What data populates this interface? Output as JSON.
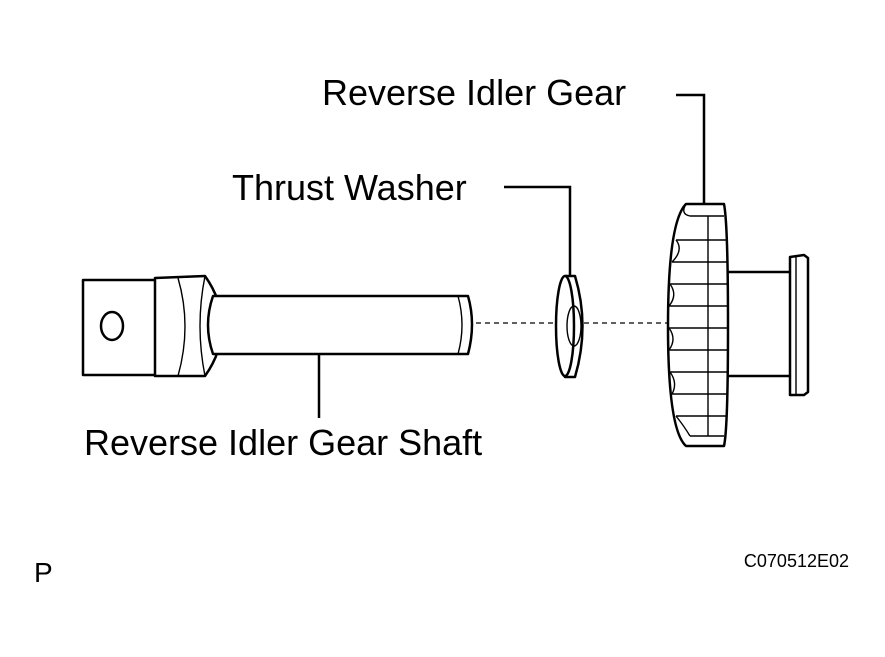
{
  "labels": {
    "reverse_idler_gear": "Reverse Idler Gear",
    "thrust_washer": "Thrust Washer",
    "reverse_idler_gear_shaft": "Reverse Idler Gear Shaft"
  },
  "corner_mark": "P",
  "figure_code": "C070512E02"
}
